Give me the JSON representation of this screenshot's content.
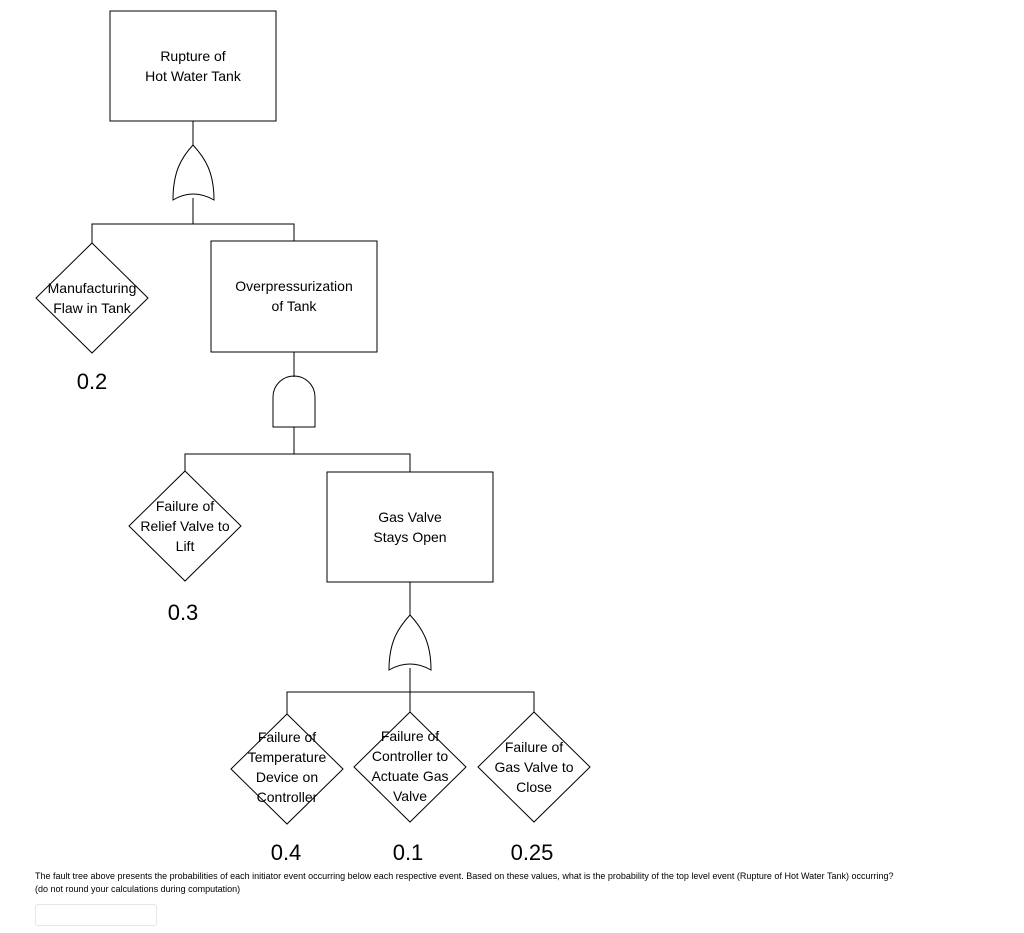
{
  "nodes": {
    "top": {
      "label": "Rupture of\nHot Water Tank"
    },
    "manufacturing": {
      "label": "Manufacturing\nFlaw in Tank",
      "probability": "0.2"
    },
    "overpressure": {
      "label": "Overpressurization\nof Tank"
    },
    "relief": {
      "label": "Failure of\nRelief Valve to\nLift",
      "probability": "0.3"
    },
    "gasvalve": {
      "label": "Gas Valve\nStays Open"
    },
    "temp": {
      "label": "Failure of\nTemperature\nDevice on\nController",
      "probability": "0.4"
    },
    "controller": {
      "label": "Failure of\nController to\nActuate Gas\nValve",
      "probability": "0.1"
    },
    "close": {
      "label": "Failure of\nGas Valve to\nClose",
      "probability": "0.25"
    }
  },
  "gates": {
    "top_gate": "OR",
    "overpressure_gate": "AND",
    "gasvalve_gate": "OR"
  },
  "question": {
    "text": "The fault tree above presents the probabilities of each initiator event occurring below each respective event. Based on these values, what is the probability of the top level event (Rupture of Hot Water Tank) occurring?\n(do not round your calculations during computation)",
    "answer_value": "",
    "answer_placeholder": ""
  }
}
